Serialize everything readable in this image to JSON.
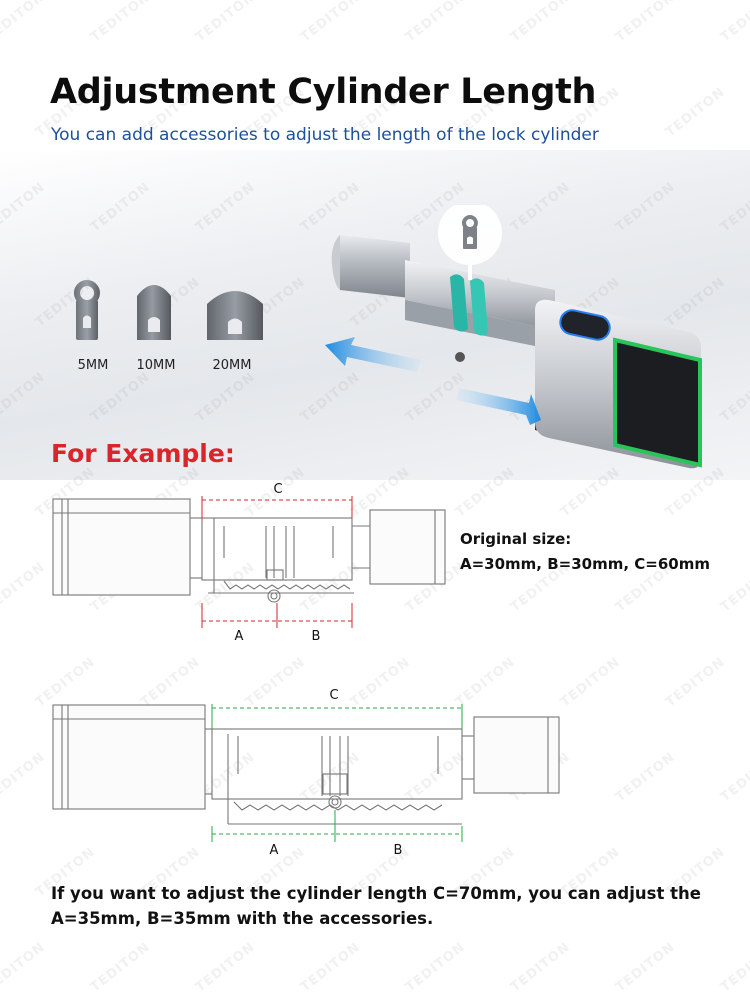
{
  "header": {
    "title": "Adjustment Cylinder Length",
    "subtitle": "You can add accessories to adjust the length of the lock cylinder"
  },
  "watermark": "TEDITON",
  "accessories": [
    {
      "label": "5MM",
      "icon": "clip-5mm-icon"
    },
    {
      "label": "10MM",
      "icon": "clip-10mm-icon"
    },
    {
      "label": "20MM",
      "icon": "clip-20mm-icon"
    }
  ],
  "product": {
    "icon": "smart-lock-cylinder-icon",
    "accessory_icon": "spacer-clip-icon"
  },
  "example": {
    "heading": "For Example:",
    "diagram1": {
      "c_label": "C",
      "a_label": "A",
      "b_label": "B",
      "color": "#d9252c"
    },
    "diagram2": {
      "c_label": "C",
      "a_label": "A",
      "b_label": "B",
      "color": "#2aa84a"
    },
    "original_label": "Original size:",
    "original_values": "A=30mm, B=30mm, C=60mm"
  },
  "footer": "If you want to adjust the cylinder length C=70mm, you can adjust the A=35mm, B=35mm with the accessories."
}
